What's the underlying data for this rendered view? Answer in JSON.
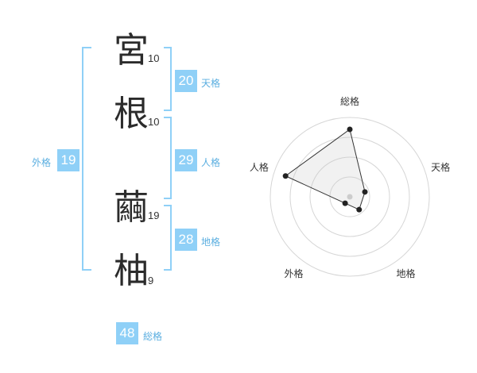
{
  "name_chars": [
    {
      "char": "宮",
      "strokes": "10"
    },
    {
      "char": "根",
      "strokes": "10"
    },
    {
      "char": "繭",
      "strokes": "19"
    },
    {
      "char": "柚",
      "strokes": "9"
    }
  ],
  "fortunes": {
    "tenkaku": {
      "value": "20",
      "label": "天格"
    },
    "jinkaku": {
      "value": "29",
      "label": "人格"
    },
    "chikaku": {
      "value": "28",
      "label": "地格"
    },
    "gaikaku": {
      "value": "19",
      "label": "外格"
    },
    "soukaku": {
      "value": "48",
      "label": "総格"
    }
  },
  "colors": {
    "accent": "#8fd0f7",
    "accent_text": "#5aaee0",
    "bracket": "#8fd0f7"
  },
  "chart_data": {
    "type": "radar",
    "axes": [
      "総格",
      "天格",
      "地格",
      "外格",
      "人格"
    ],
    "values": [
      0.85,
      0.2,
      0.2,
      0.1,
      0.85
    ],
    "max": 1,
    "rings": 4
  }
}
